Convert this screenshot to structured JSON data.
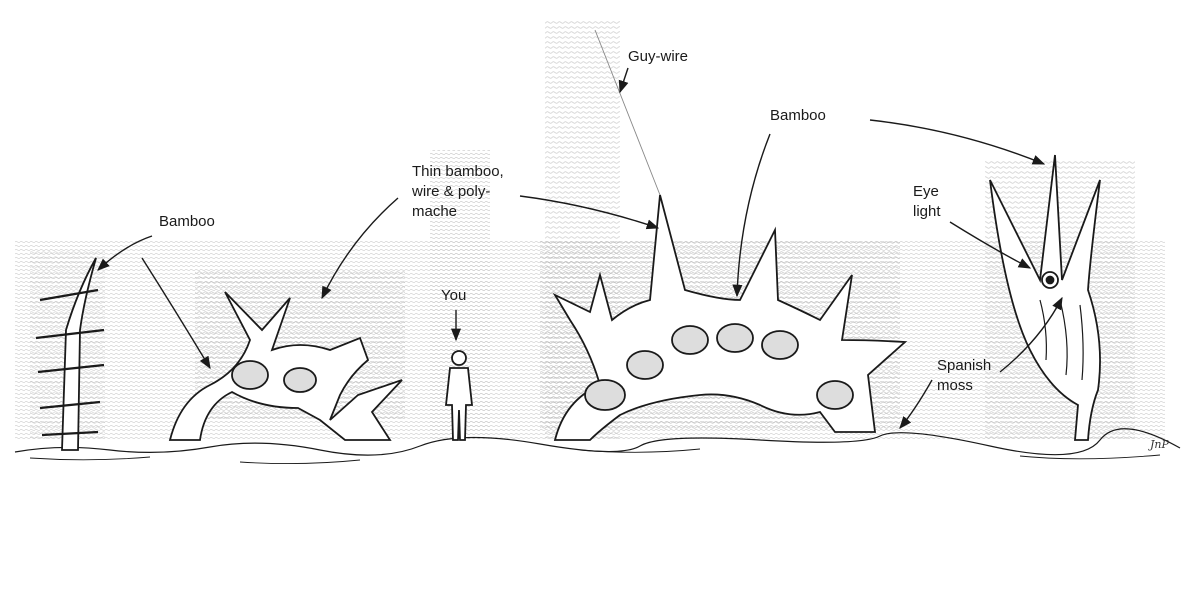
{
  "labels": {
    "bamboo_left": "Bamboo",
    "thin_bamboo": "Thin bamboo,\nwire & poly-\nmache",
    "you": "You",
    "guy_wire": "Guy-wire",
    "bamboo_center": "Bamboo",
    "eye_light": "Eye\nlight",
    "spanish_moss": "Spanish\nmoss"
  },
  "signature": "JnP",
  "colors": {
    "ink": "#1a1a1a",
    "shade": "#9a9a9a",
    "paper": "#ffffff"
  }
}
